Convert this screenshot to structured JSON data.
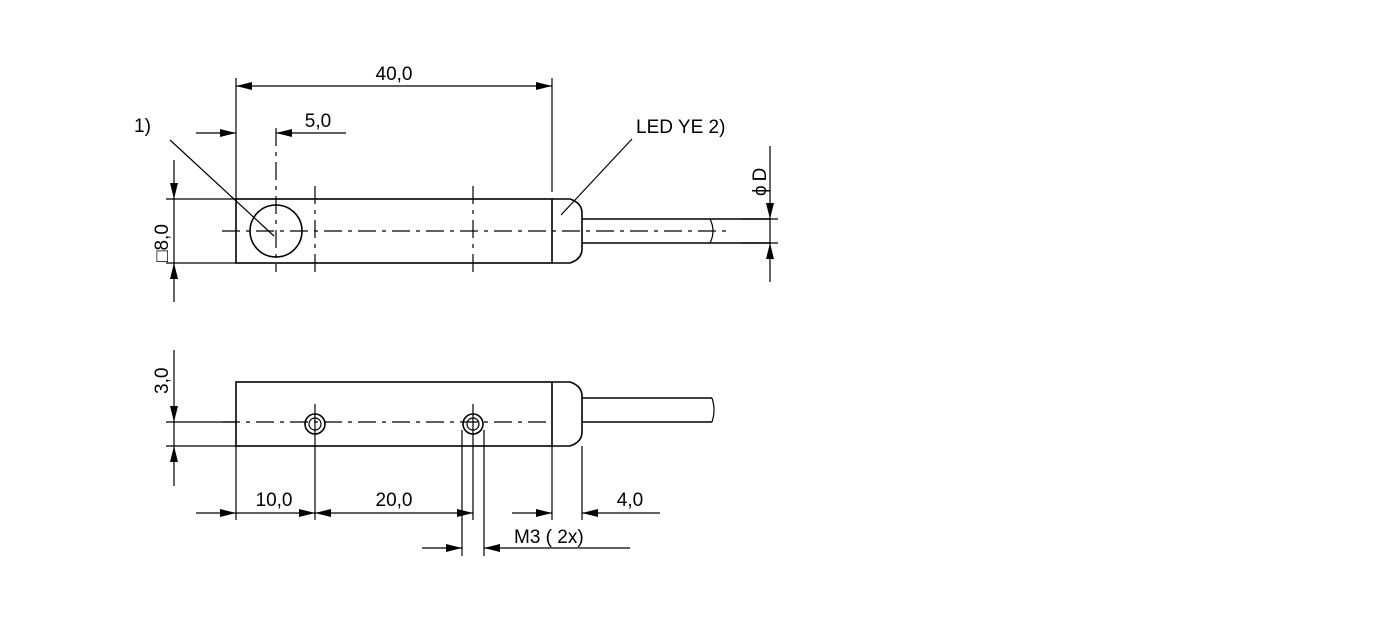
{
  "dimensions": {
    "length": "40,0",
    "sensing_offset": "5,0",
    "height": "8,0",
    "height_symbol": "□",
    "thickness": "3,0",
    "hole1_offset": "10,0",
    "hole_spacing": "20,0",
    "cable_end": "4,0",
    "thread": "M3 ( 2x)",
    "diameter": "D",
    "diameter_symbol": "ϕ"
  },
  "callouts": {
    "note1": "1)",
    "led": "LED YE 2)"
  }
}
